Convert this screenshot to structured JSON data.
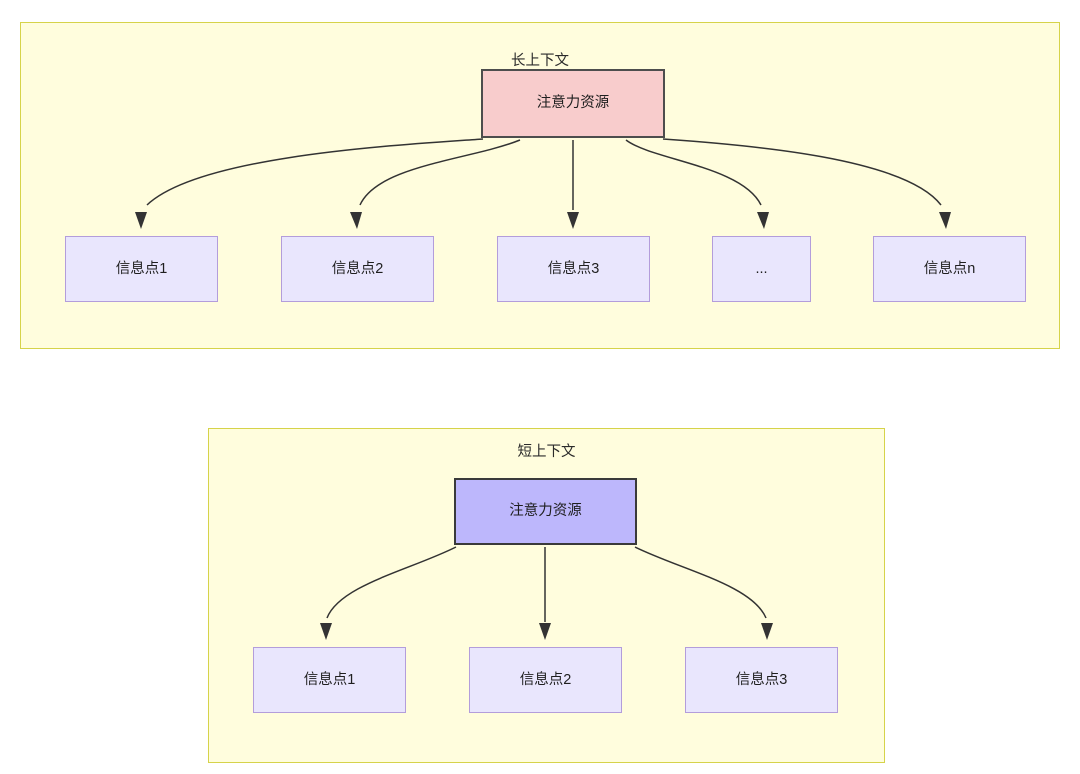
{
  "diagram": {
    "type": "flow-diagram",
    "background_color": "#ffffff",
    "panel_fill": "#fffddd",
    "panel_border": "#d6d34a",
    "edge_color": "#333333",
    "sections": [
      {
        "id": "long-context",
        "title": "长上下文",
        "root": {
          "label": "注意力资源",
          "fill": "#f8cccc",
          "border": "#4d4d4d"
        },
        "children": [
          {
            "label": "信息点1",
            "fill": "#e9e6fd",
            "border": "#b39ddb"
          },
          {
            "label": "信息点2",
            "fill": "#e9e6fd",
            "border": "#b39ddb"
          },
          {
            "label": "信息点3",
            "fill": "#e9e6fd",
            "border": "#b39ddb"
          },
          {
            "label": "...",
            "fill": "#e9e6fd",
            "border": "#b39ddb"
          },
          {
            "label": "信息点n",
            "fill": "#e9e6fd",
            "border": "#b39ddb"
          }
        ]
      },
      {
        "id": "short-context",
        "title": "短上下文",
        "root": {
          "label": "注意力资源",
          "fill": "#bdb7fc",
          "border": "#3a3a3a"
        },
        "children": [
          {
            "label": "信息点1",
            "fill": "#e9e6fd",
            "border": "#b39ddb"
          },
          {
            "label": "信息点2",
            "fill": "#e9e6fd",
            "border": "#b39ddb"
          },
          {
            "label": "信息点3",
            "fill": "#e9e6fd",
            "border": "#b39ddb"
          }
        ]
      }
    ]
  }
}
